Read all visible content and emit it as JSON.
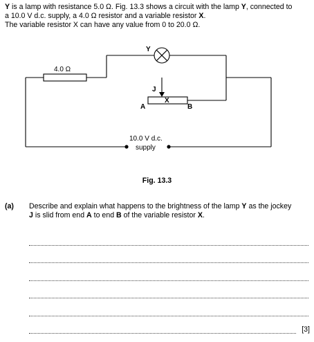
{
  "intro": {
    "line1": {
      "a": "Y",
      "b": " is a lamp with resistance 5.0 Ω. Fig. 13.3 shows a circuit with the lamp ",
      "c": "Y",
      "d": ", connected to"
    },
    "line2": {
      "a": "a 10.0 V d.c. supply, a 4.0 Ω resistor and a variable resistor ",
      "b": "X",
      "c": "."
    },
    "line3": "The variable resistor X can have any value from 0 to 20.0 Ω."
  },
  "circuit": {
    "lamp_label": "Y",
    "resistor_label": "4.0 Ω",
    "jockey_label": "J",
    "variable_resistor_label": "X",
    "end_a": "A",
    "end_b": "B",
    "supply_voltage": "10.0 V d.c.",
    "supply_word": "supply"
  },
  "figure": {
    "caption": "Fig. 13.3"
  },
  "question": {
    "number": "(a)",
    "line1": {
      "a": "Describe and explain what happens to the brightness of the lamp ",
      "b": "Y",
      "c": " as the jockey"
    },
    "line2": {
      "a": "J",
      "b": " is slid from end ",
      "c": "A",
      "d": " to end ",
      "e": "B",
      "f": " of the variable resistor ",
      "g": "X",
      "h": "."
    },
    "marks": "[3]"
  }
}
